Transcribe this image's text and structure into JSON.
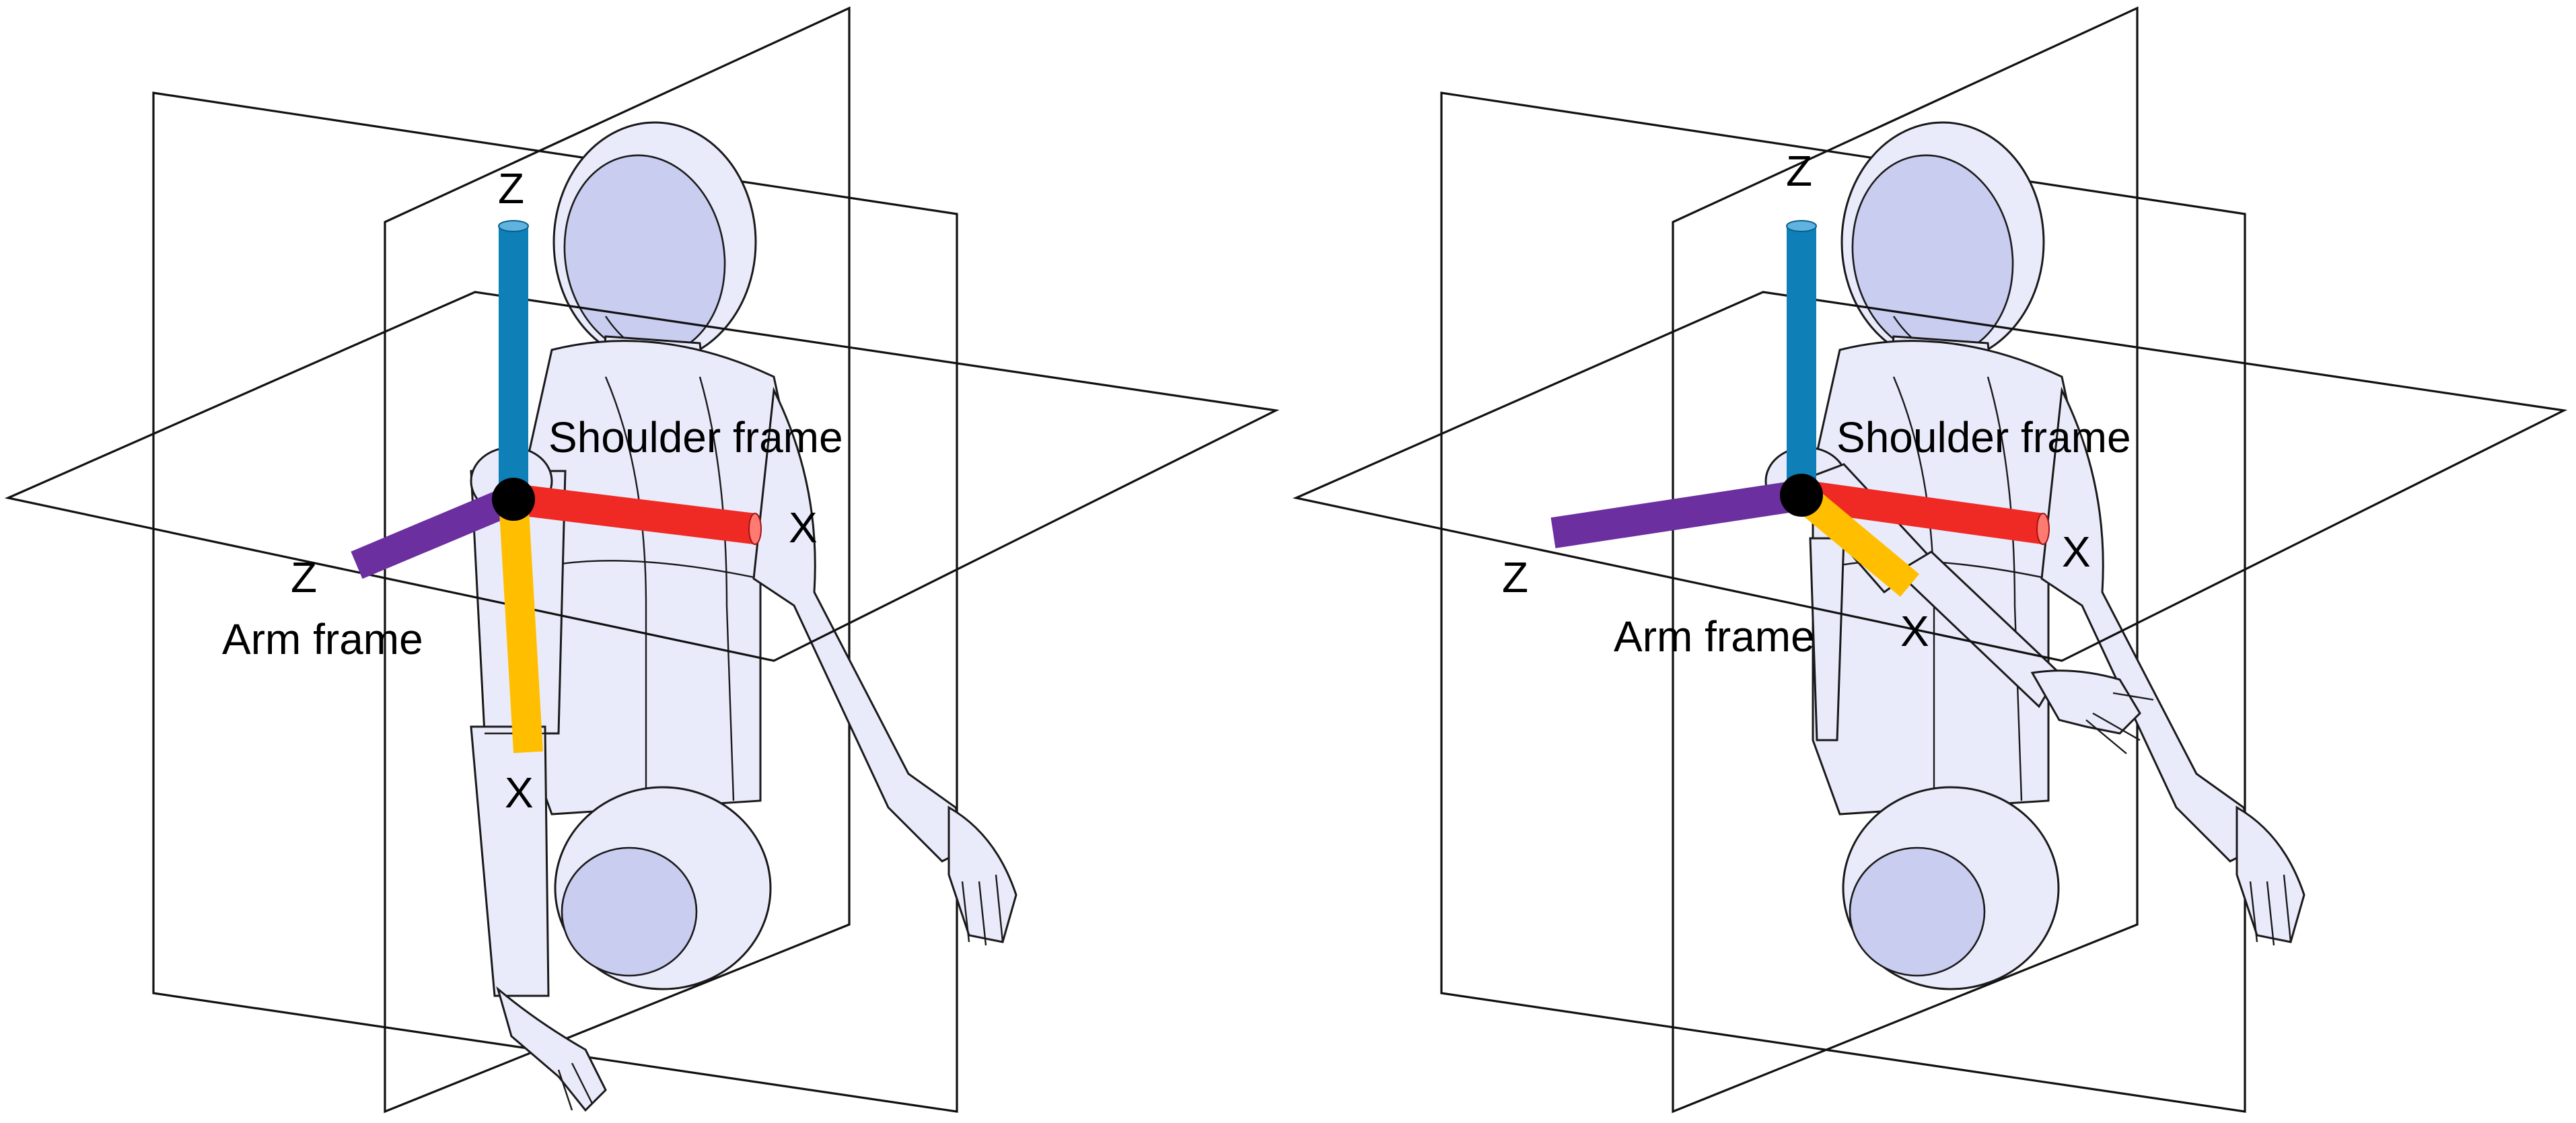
{
  "panels": [
    {
      "id": "arm-down",
      "labels": {
        "shoulder_z": "Z",
        "shoulder_frame": "Shoulder frame",
        "shoulder_x": "X",
        "arm_z": "Z",
        "arm_frame": "Arm frame",
        "arm_x": "X"
      }
    },
    {
      "id": "arm-raised",
      "labels": {
        "shoulder_z": "Z",
        "shoulder_frame": "Shoulder frame",
        "shoulder_x": "X",
        "arm_z": "Z",
        "arm_frame": "Arm frame",
        "arm_x": "X"
      }
    }
  ],
  "axis_colors": {
    "shoulder_z": "#0f7fb8",
    "shoulder_x": "#ef2a25",
    "arm_z": "#6b2fa0",
    "arm_x": "#ffbf00",
    "origin": "#000000"
  }
}
